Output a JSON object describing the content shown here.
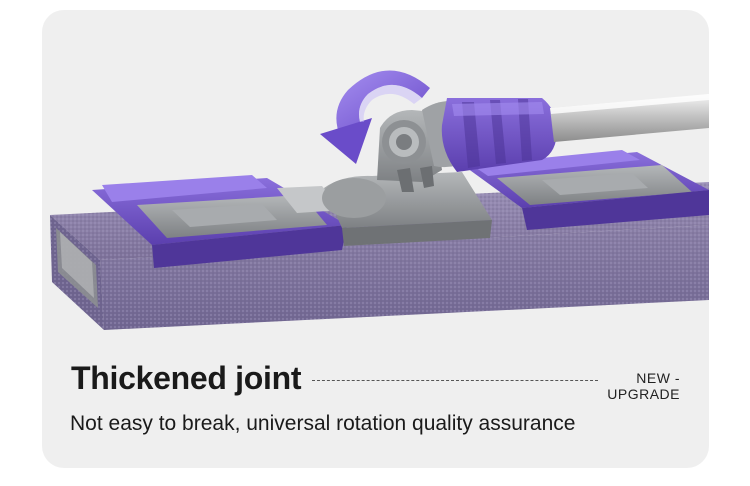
{
  "headline": "Thickened joint",
  "badge": {
    "line1": "NEW -",
    "line2": "UPGRADE"
  },
  "subline": "Not easy to break, universal rotation quality assurance",
  "colors": {
    "card_background": "#efefef",
    "mop_pad": "#8a7ea8",
    "purple_accent": "#6b4fb8",
    "gray_plastic": "#8f9294",
    "steel_handle": "#c8c8c8"
  },
  "icons": {
    "rotation_arrow": "curved-arrow-icon"
  }
}
